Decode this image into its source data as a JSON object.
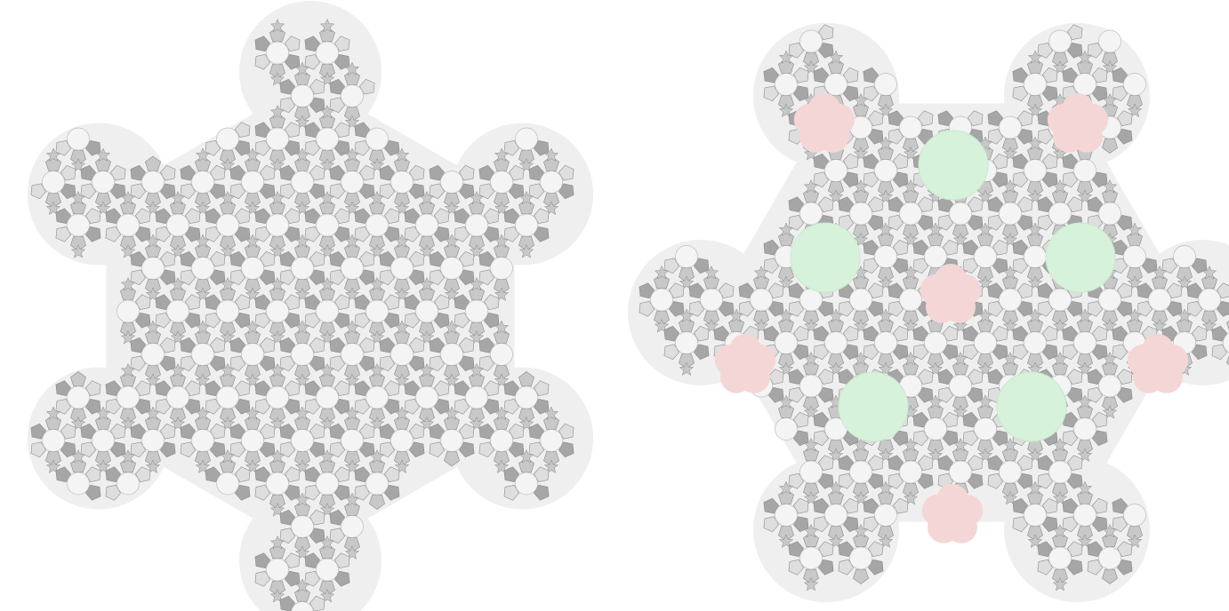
{
  "figure": {
    "panels": [
      {
        "id": "left",
        "description_key": "plain-tiling",
        "highlights": []
      },
      {
        "id": "right",
        "description_key": "highlighted-tiling",
        "highlights": [
          {
            "kind": "flower",
            "color": "#f5d6d6"
          },
          {
            "kind": "disc",
            "color": "#d6f2da"
          }
        ]
      }
    ],
    "palette": {
      "background": "#ffffff",
      "halo": "#efefef",
      "fill_dark": "#a6a6a6",
      "fill_mid": "#c8c8c8",
      "fill_light": "#dedede",
      "circle": "#f4f4f4",
      "stroke": "#8a8a8a",
      "pink": "#f5d6d6",
      "green": "#d6f2da"
    }
  }
}
